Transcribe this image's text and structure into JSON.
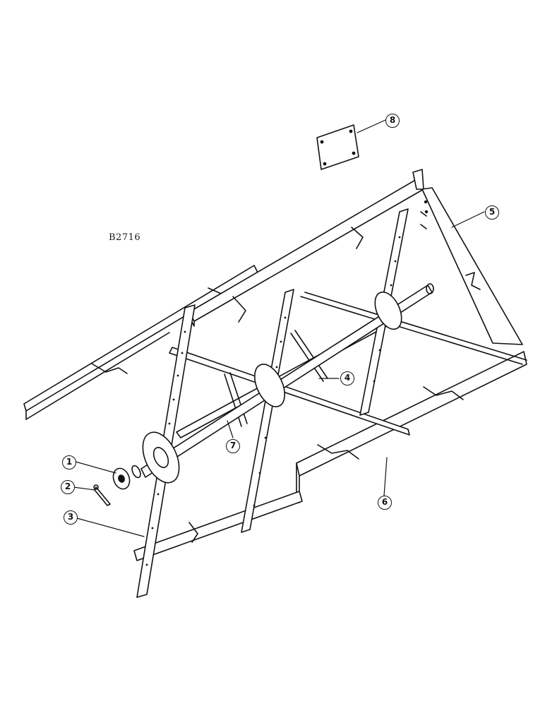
{
  "figure": {
    "id_label": "B2716"
  },
  "callouts": [
    {
      "number": "1"
    },
    {
      "number": "2"
    },
    {
      "number": "3"
    },
    {
      "number": "4"
    },
    {
      "number": "5"
    },
    {
      "number": "6"
    },
    {
      "number": "7"
    },
    {
      "number": "8"
    }
  ],
  "colors": {
    "line": "#111111",
    "paper": "#ffffff"
  }
}
